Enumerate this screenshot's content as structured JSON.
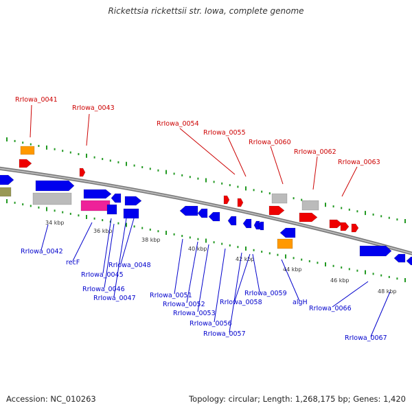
{
  "title": "Rickettsia rickettsii str. Iowa, complete genome",
  "footer": {
    "accession": "Accession: NC_010263",
    "summary": "Topology: circular; Length: 1,268,175 bp; Genes: 1,420"
  },
  "colors": {
    "top_label": "#cc0000",
    "bottom_label": "#0000cc",
    "red_gene": "#ee0000",
    "blue_gene": "#0000ee",
    "orange_gene": "#ff9900",
    "gray_gene": "#bbbbbb",
    "pink_gene": "#ee2299",
    "olive_gene": "#999955",
    "tick_green": "#229922",
    "backbone": "#999999"
  },
  "scale_labels": [
    "34 kbp",
    "36 kbp",
    "38 kbp",
    "40 kbp",
    "42 kbp",
    "44 kbp",
    "46 kbp",
    "48 kbp"
  ],
  "top_labels": [
    "RrIowa_0041",
    "RrIowa_0043",
    "RrIowa_0054",
    "RrIowa_0055",
    "RrIowa_0060",
    "RrIowa_0062",
    "RrIowa_0063"
  ],
  "bottom_labels": [
    "RrIowa_0042",
    "recF",
    "RrIowa_0045",
    "RrIowa_0046",
    "RrIowa_0047",
    "RrIowa_0048",
    "RrIowa_0051",
    "RrIowa_0052",
    "RrIowa_0053",
    "RrIowa_0056",
    "RrIowa_0057",
    "RrIowa_0058",
    "RrIowa_0059",
    "algH",
    "RrIowa_0066",
    "RrIowa_0067"
  ]
}
